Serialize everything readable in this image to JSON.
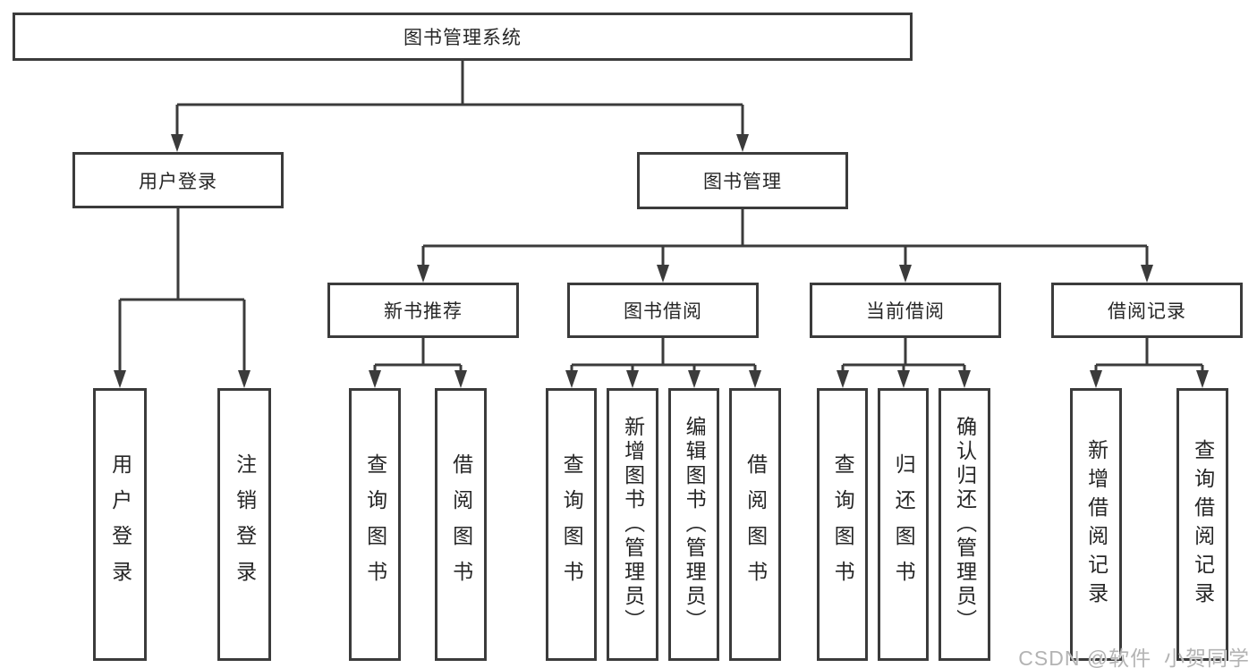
{
  "title": "图书管理系统",
  "watermark": "CSDN @软件_小贺同学",
  "colors": {
    "line": "#3b3b3b",
    "text": "#262626",
    "watermark": "#b3b3b3",
    "background": "#ffffff"
  },
  "nodes": {
    "root": "图书管理系统",
    "user_login": "用户登录",
    "book_mgmt": "图书管理",
    "new_book_rec": "新书推荐",
    "book_borrow": "图书借阅",
    "current_borrow": "当前借阅",
    "borrow_record": "借阅记录",
    "user_login_leaf": "用户登录",
    "logout_leaf": "注销登录",
    "rec_query_book": "查询图书",
    "rec_borrow_book": "借阅图书",
    "bb_query_book": "查询图书",
    "bb_add_book": "新增图书（管理员）",
    "bb_edit_book": "编辑图书（管理员）",
    "bb_borrow_book": "借阅图书",
    "cb_query_book": "查询图书",
    "cb_return_book": "归还图书",
    "cb_confirm_return": "确认归还（管理员）",
    "br_add_record": "新增借阅记录",
    "br_query_record": "查询借阅记录"
  },
  "tree": {
    "图书管理系统": {
      "用户登录": [
        "用户登录",
        "注销登录"
      ],
      "图书管理": {
        "新书推荐": [
          "查询图书",
          "借阅图书"
        ],
        "图书借阅": [
          "查询图书",
          "新增图书（管理员）",
          "编辑图书（管理员）",
          "借阅图书"
        ],
        "当前借阅": [
          "查询图书",
          "归还图书",
          "确认归还（管理员）"
        ],
        "借阅记录": [
          "新增借阅记录",
          "查询借阅记录"
        ]
      }
    }
  }
}
